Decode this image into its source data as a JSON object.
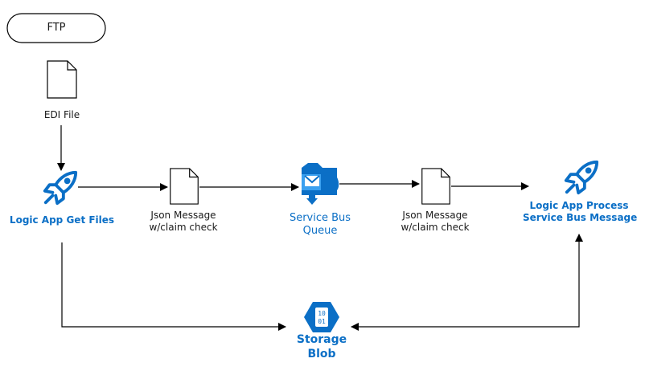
{
  "diagram": {
    "ftp": "FTP",
    "edi_file": "EDI File",
    "logic_app_get_files": "Logic App Get Files",
    "json_message_1": [
      "Json Message",
      "w/claim check"
    ],
    "service_bus_queue": [
      "Service Bus",
      "Queue"
    ],
    "json_message_2": [
      "Json Message",
      "w/claim check"
    ],
    "logic_app_process": [
      "Logic App Process",
      "Service Bus Message"
    ],
    "storage_blob": [
      "Storage",
      "Blob"
    ],
    "blob_icon_text": [
      "10",
      "01"
    ]
  },
  "colors": {
    "azure_blue": "#0b6fc6",
    "azure_light": "#3aa0f0",
    "line": "#000000"
  },
  "icons": [
    "document-icon",
    "logic-app-rocket-icon",
    "service-bus-icon",
    "storage-blob-icon"
  ]
}
